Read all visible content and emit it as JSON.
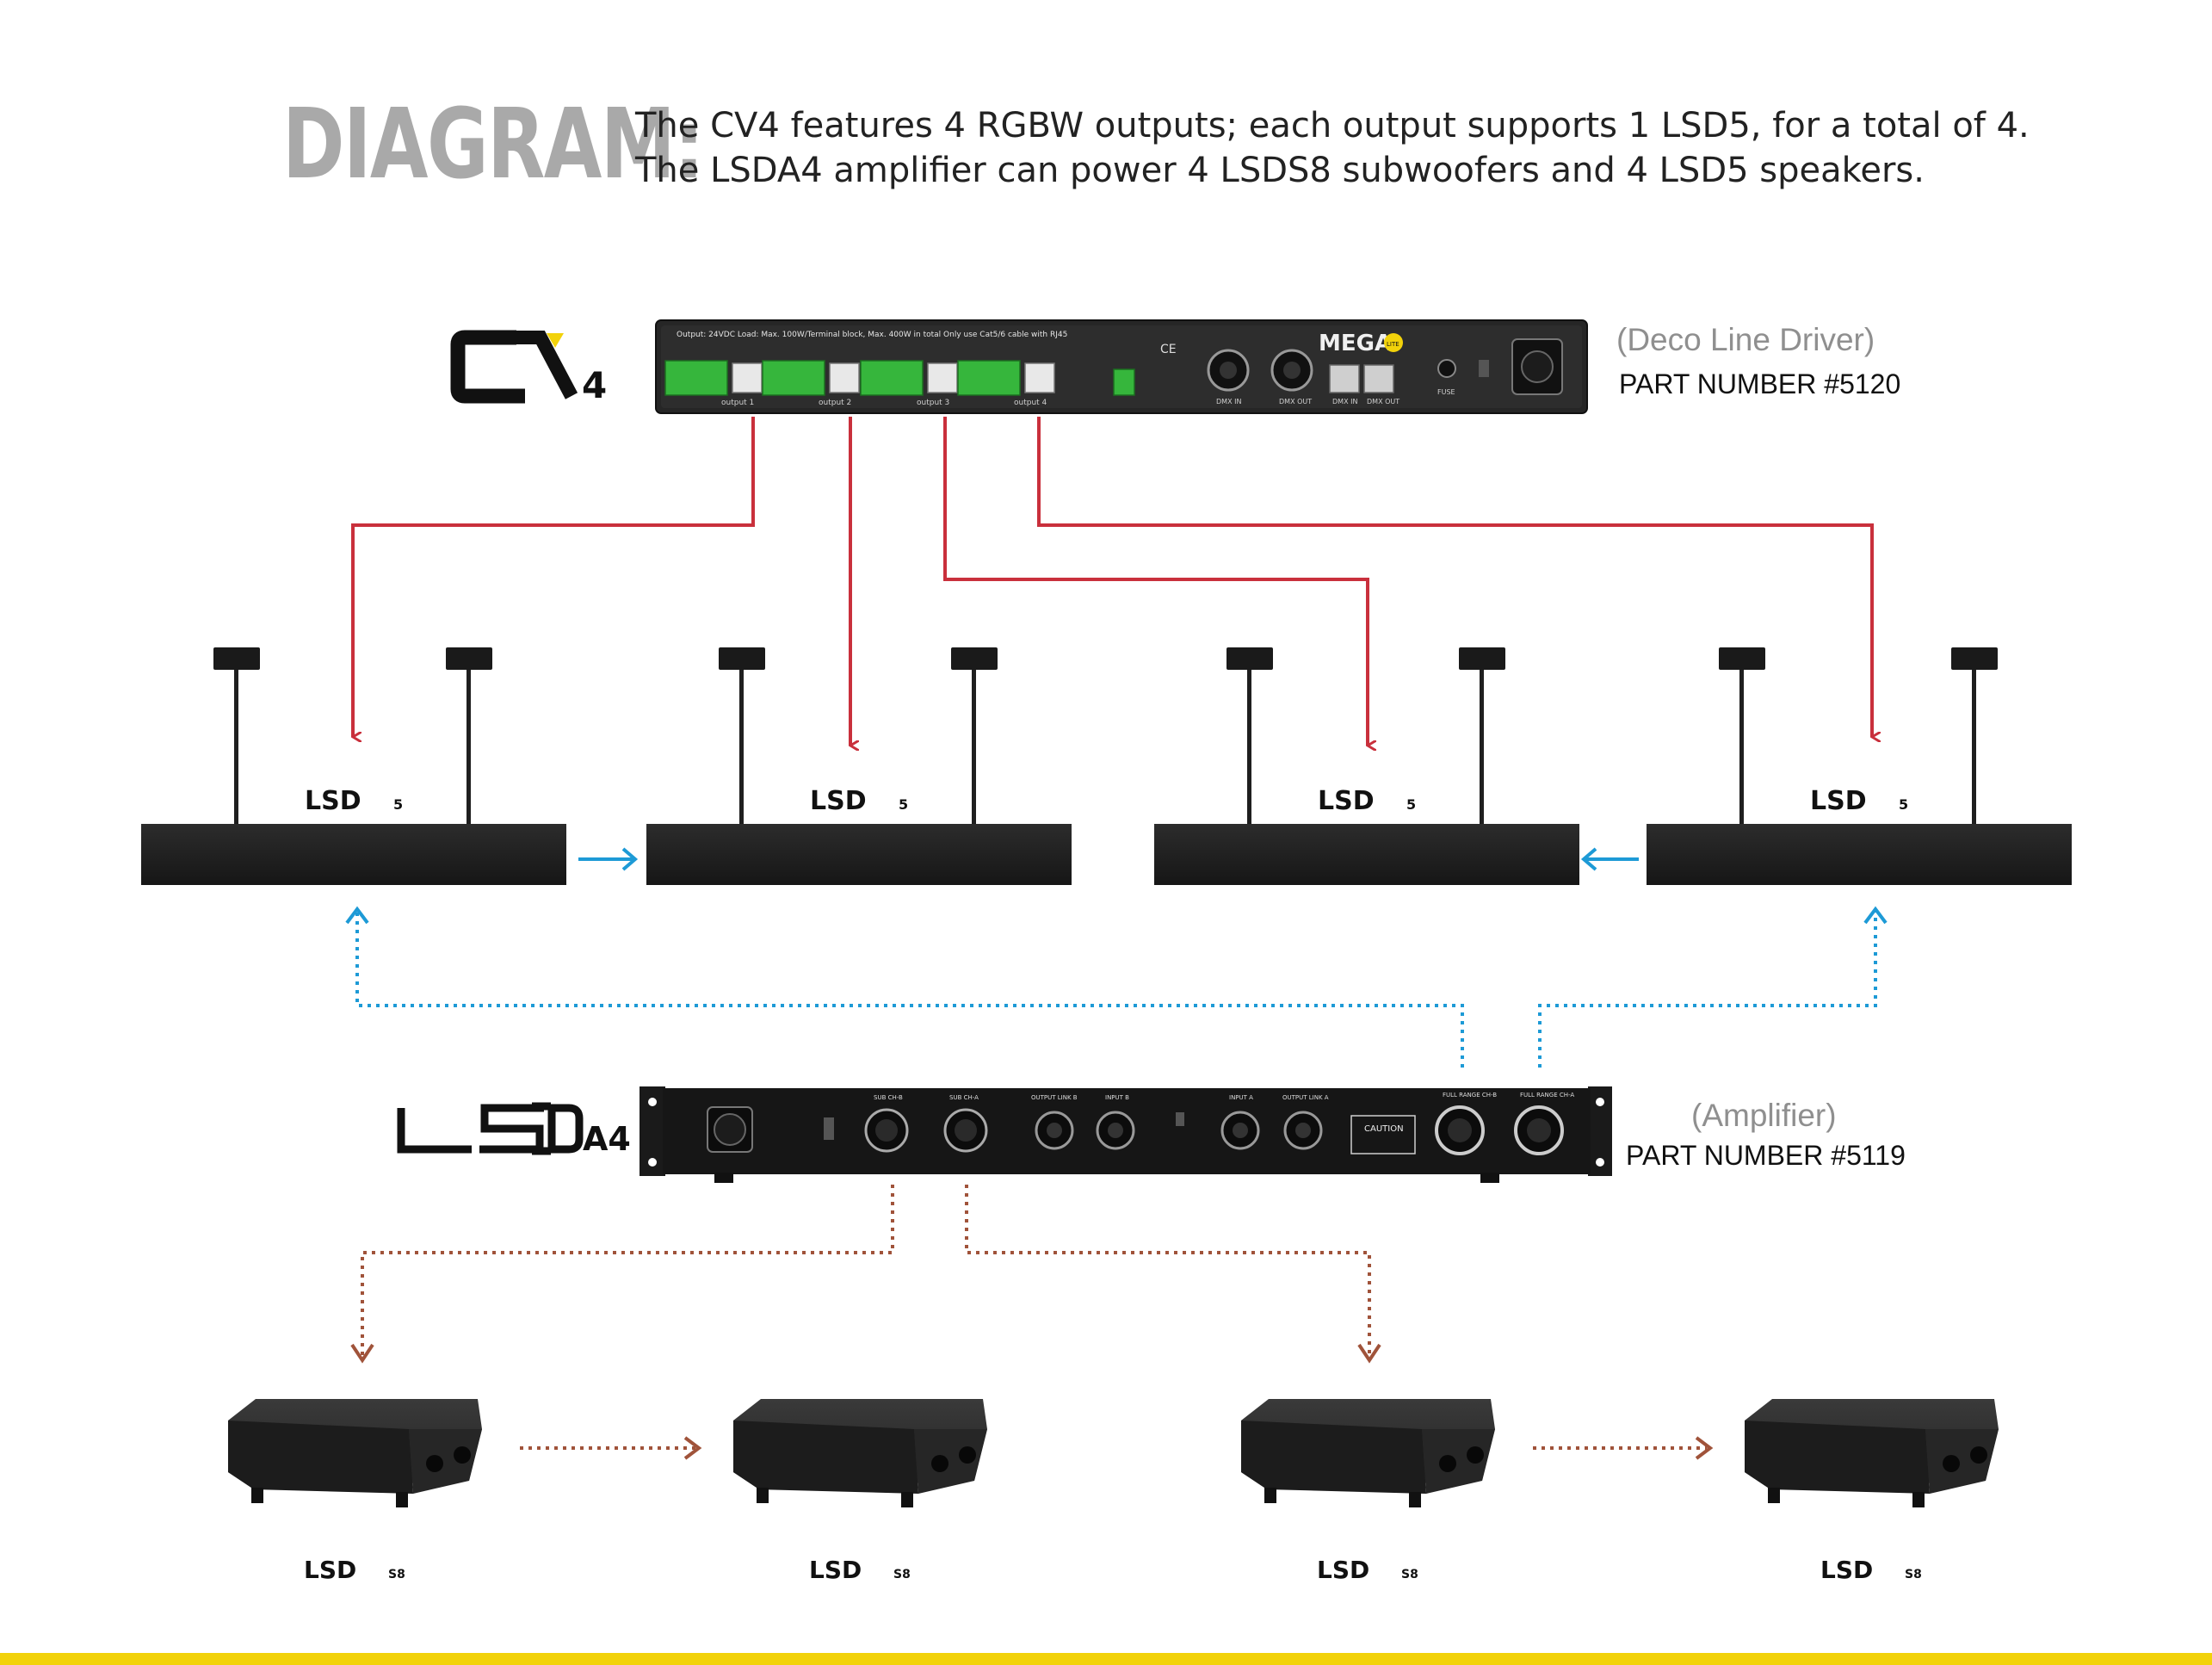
{
  "header": {
    "title": "DIAGRAM:",
    "line1": "The CV4 features 4 RGBW outputs; each output supports 1 LSD5, for a total of 4.",
    "line2": "The LSDA4 amplifier can power 4 LSDS8 subwoofers and 4 LSD5 speakers."
  },
  "driver": {
    "logo": "CV4",
    "description": "(Deco Line Driver)",
    "part": "PART NUMBER #5120",
    "brand": "MEGA",
    "brand_badge": "LITE",
    "panel_header": "Output: 24VDC     Load: Max. 100W/Terminal block, Max. 400W in total     Only use Cat5/6 cable with RJ45",
    "outputs": [
      "output 1",
      "output 2",
      "output 3",
      "output 4"
    ],
    "port_labels": [
      "DMX IN",
      "DMX OUT",
      "DMX IN",
      "DMX OUT"
    ],
    "fuse": "FUSE"
  },
  "amplifier": {
    "logo": "LSD",
    "logo_suffix": "A4",
    "description": "(Amplifier)",
    "part": "PART NUMBER #5119",
    "port_labels": [
      "SUB CH-B",
      "SUB CH-A",
      "OUTPUT LINK B",
      "INPUT B",
      "INPUT A",
      "OUTPUT LINK A",
      "FULL RANGE CH-B",
      "FULL RANGE CH-A"
    ],
    "caution": "CAUTION"
  },
  "speakers": {
    "logo": "LSD",
    "suffix": "5",
    "count": 4
  },
  "subwoofers": {
    "logo": "LSD",
    "suffix": "S8",
    "count": 4
  },
  "colors": {
    "red_line": "#c9303c",
    "blue_line": "#1d9ad6",
    "brown_line": "#a0533a",
    "title_gray": "#a9a9a9",
    "accent_yellow": "#f2d20a"
  }
}
